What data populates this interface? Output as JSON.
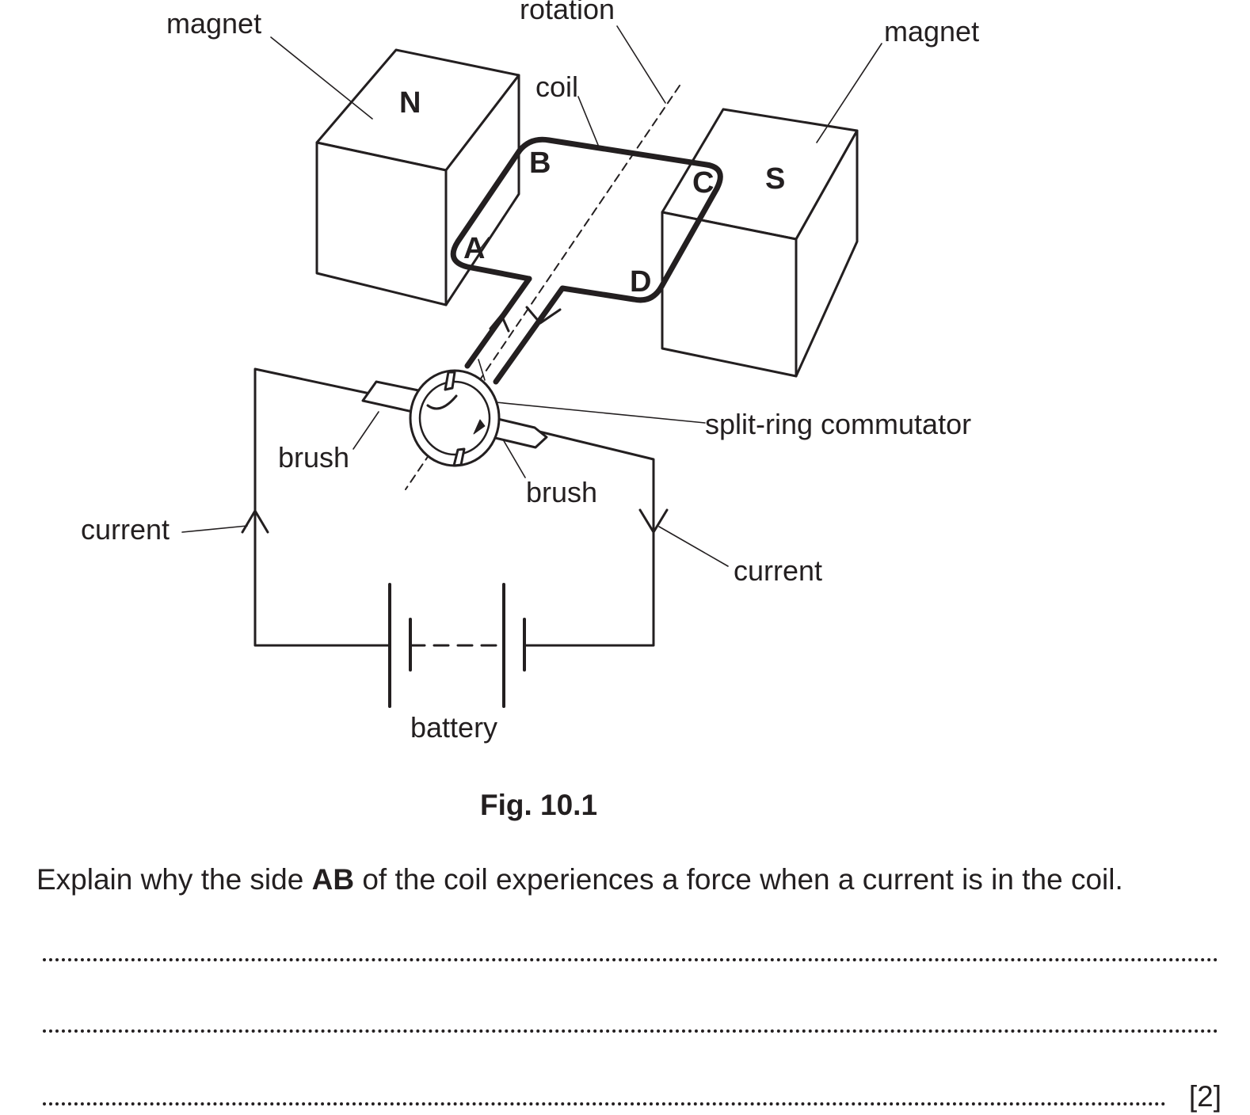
{
  "figure": {
    "labels": {
      "magnet_left": "magnet",
      "magnet_right": "magnet",
      "rotation": "rotation",
      "coil": "coil",
      "north_pole": "N",
      "south_pole": "S",
      "corner_a": "A",
      "corner_b": "B",
      "corner_c": "C",
      "corner_d": "D",
      "commutator": "split-ring commutator",
      "brush_left": "brush",
      "brush_right": "brush",
      "current_left": "current",
      "current_right": "current",
      "battery": "battery"
    },
    "caption": "Fig. 10.1"
  },
  "question": {
    "marker": ")",
    "text_before": "Explain why the side ",
    "text_bold": "AB",
    "text_after": " of the coil experiences a force when a current is in the coil.",
    "marks": "[2]"
  }
}
